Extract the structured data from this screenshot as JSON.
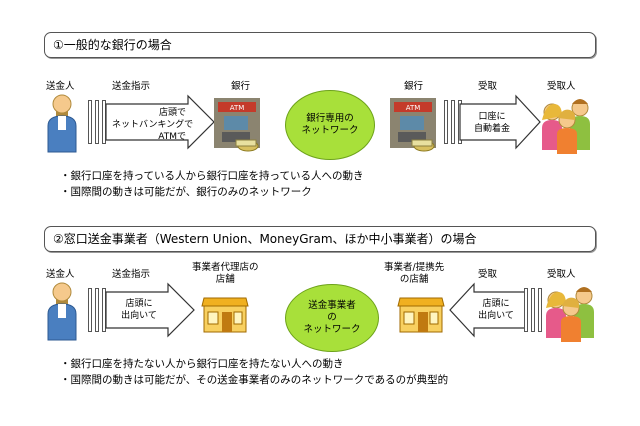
{
  "section1": {
    "title": "①一般的な銀行の場合",
    "labels": {
      "sender": "送金人",
      "instruction": "送金指示",
      "bank_left": "銀行",
      "bank_right": "銀行",
      "receive": "受取",
      "receiver": "受取人"
    },
    "arrow_text": [
      "店頭で",
      "ネットバンキングで",
      "ATMで"
    ],
    "network": [
      "銀行専用の",
      "ネットワーク"
    ],
    "deposit": [
      "口座に",
      "自動着金"
    ],
    "atm_sign": "ATM",
    "bullets": [
      "・銀行口座を持っている人から銀行口座を持っている人への動き",
      "・国際間の動きは可能だが、銀行のみのネットワーク"
    ]
  },
  "section2": {
    "title": "②窓口送金事業者（Western Union、MoneyGram、ほか中小事業者）の場合",
    "labels": {
      "sender": "送金人",
      "instruction": "送金指示",
      "agent_left": [
        "事業者代理店の",
        "店舗"
      ],
      "agent_right": [
        "事業者/提携先",
        "の店舗"
      ],
      "receive": "受取",
      "receiver": "受取人"
    },
    "arrow_left": [
      "店頭に",
      "出向いて"
    ],
    "arrow_right": [
      "店頭に",
      "出向いて"
    ],
    "network": [
      "送金事業者",
      "の",
      "ネットワーク"
    ],
    "bullets": [
      "・銀行口座を持たない人から銀行口座を持たない人への動き",
      "・国際間の動きは可能だが、その送金事業者のみのネットワークであるのが典型的"
    ]
  },
  "colors": {
    "network_fill": "#a8e03a",
    "arrow_fill": "#ffffff",
    "person_skin": "#f5c98c",
    "person_body": "#4a7fc0"
  }
}
